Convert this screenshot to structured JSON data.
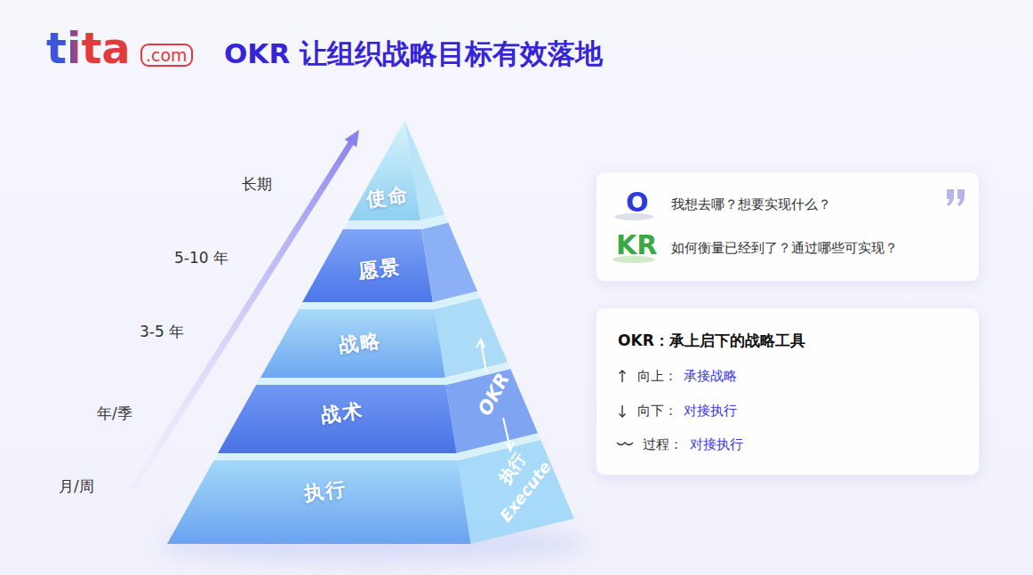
{
  "diagram": {
    "title": "OKR 让组织战略目标有效落地",
    "nodes": [
      {
        "text": [
          "使命"
        ]
      },
      {
        "text": [
          "愿景"
        ]
      },
      {
        "text": [
          "战略"
        ]
      },
      {
        "text": [
          "战术"
        ]
      },
      {
        "text": [
          "执行"
        ]
      },
      {
        "text": [
          "O",
          "我想去哪？想要实现什么？",
          "KR",
          "如何衡量已经到了？通过哪些可实现？"
        ]
      },
      {
        "text": [
          "OKR：承上启下的战略工具",
          "向上：",
          "承接战略",
          "向下：",
          "对接执行",
          "过程：",
          "对接执行"
        ]
      }
    ],
    "labels": [
      "tita",
      ".com",
      "长期",
      "5-10 年",
      "3-5 年",
      "年/季",
      "月/周",
      "OKR",
      "执行",
      "Execute"
    ]
  }
}
